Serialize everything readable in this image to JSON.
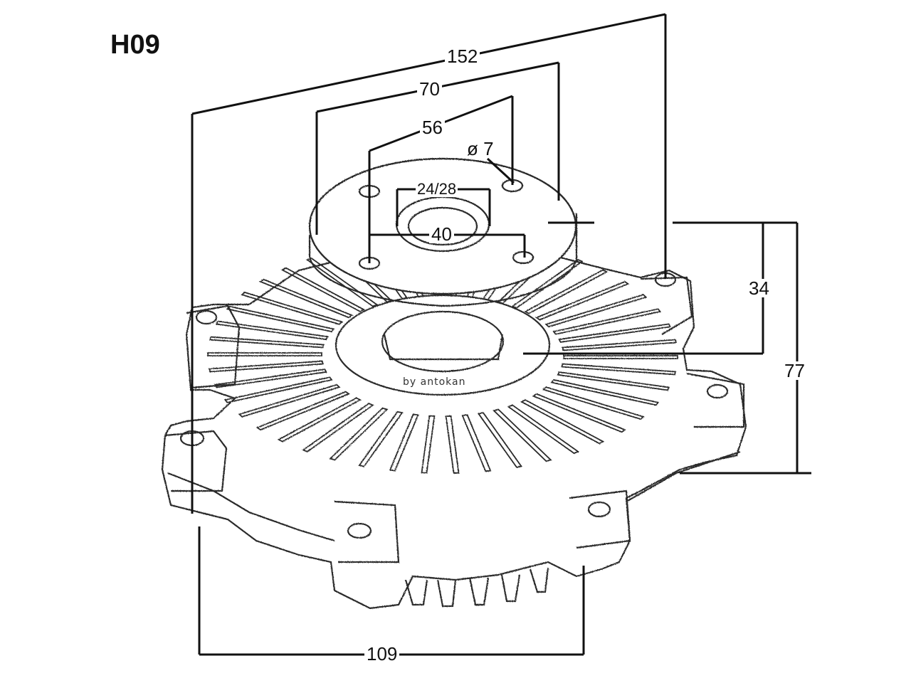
{
  "diagram": {
    "part_code": "H09",
    "credit": "by antokan",
    "dimensions": {
      "overall_bolt_span": "152",
      "flange_bolt_span": "70",
      "flange_hole_spacing": "56",
      "hole_diameter": "ø 7",
      "bore": "24/28",
      "pilot_diameter": "40",
      "flange_to_body_height": "34",
      "total_height": "77",
      "base_mount_span": "109"
    },
    "colors": {
      "line": "#111111",
      "background": "#ffffff",
      "sketch": "#2a2a2a"
    }
  }
}
